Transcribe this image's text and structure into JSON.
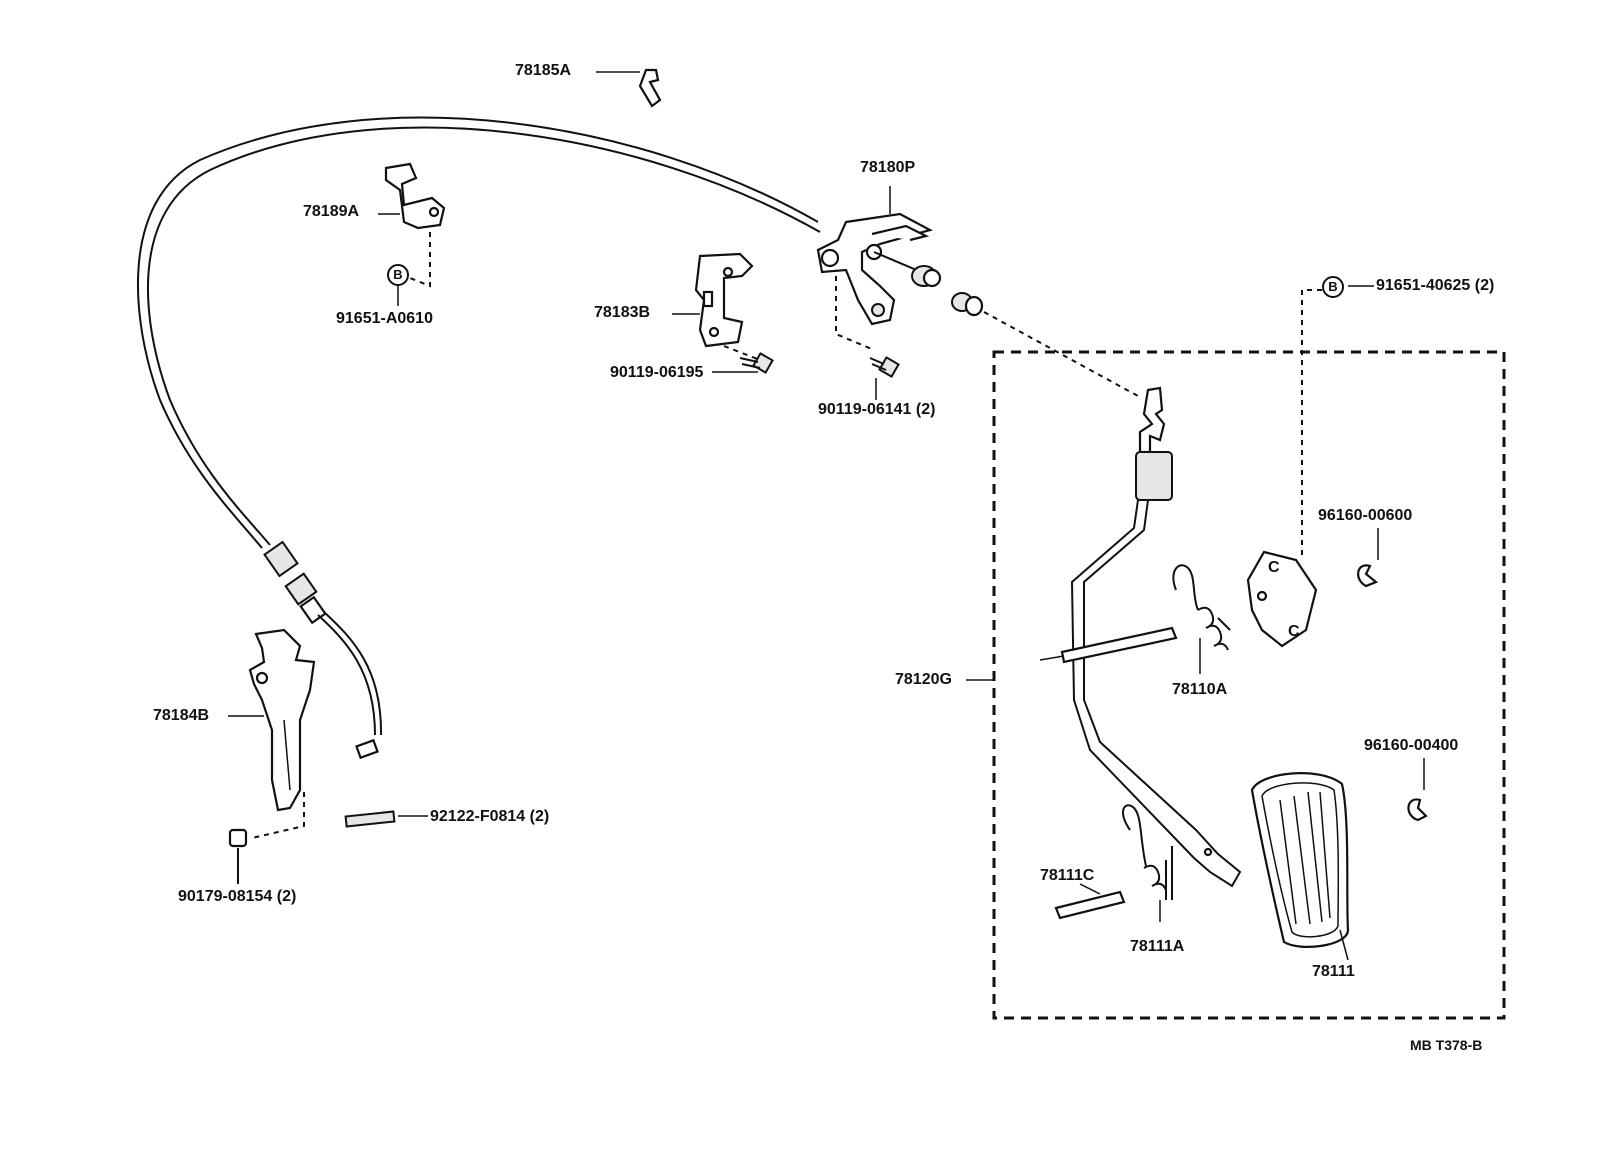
{
  "figure_code": "MB T378-B",
  "marker_letter": "B",
  "labels": {
    "p78185A": "78185A",
    "p78189A": "78189A",
    "p91651A0610": "91651-A0610",
    "p78183B": "78183B",
    "p90119_06195": "90119-06195",
    "p78180P": "78180P",
    "p90119_06141": "90119-06141 (2)",
    "p91651_40625": "91651-40625 (2)",
    "p96160_00600": "96160-00600",
    "p78120G": "78120G",
    "p78110A": "78110A",
    "p96160_00400": "96160-00400",
    "p78184B": "78184B",
    "p92122_F0814": "92122-F0814 (2)",
    "p90179_08154": "90179-08154 (2)",
    "p78111C": "78111C",
    "p78111A": "78111A",
    "p78111": "78111"
  }
}
